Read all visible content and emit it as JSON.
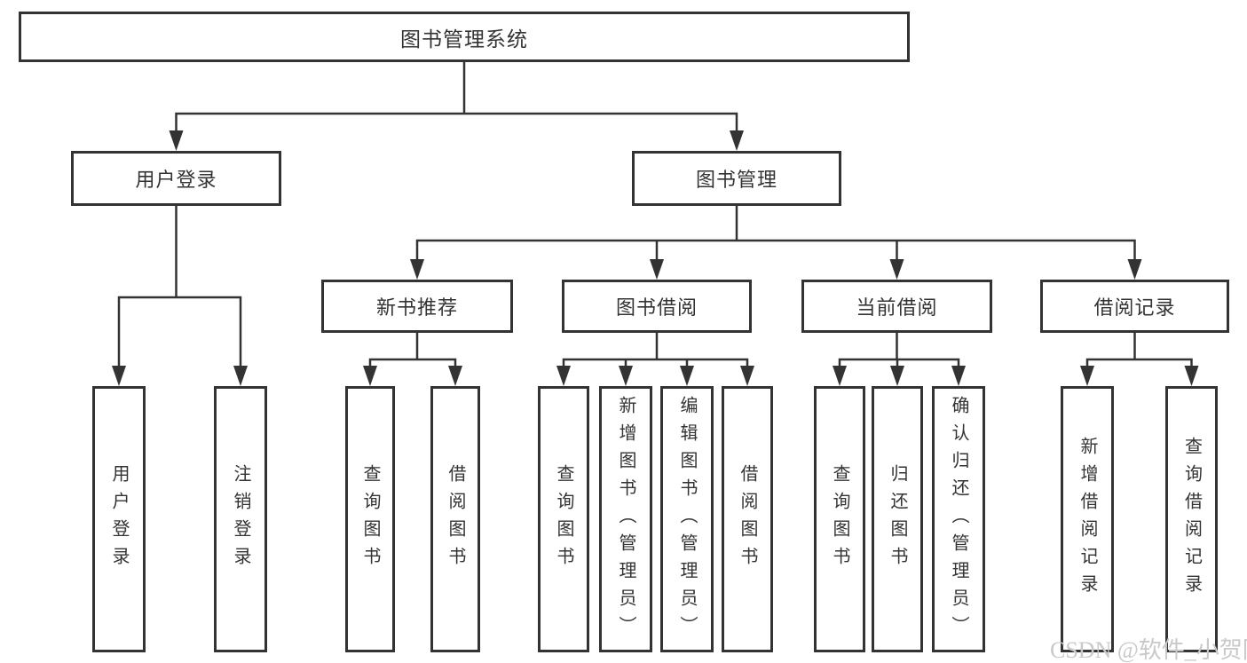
{
  "tree": {
    "root": {
      "label": "图书管理系统"
    },
    "branches": [
      {
        "label": "用户登录",
        "leaves": [
          {
            "label": "用户登录"
          },
          {
            "label": "注销登录"
          }
        ]
      },
      {
        "label": "图书管理",
        "groups": [
          {
            "label": "新书推荐",
            "leaves": [
              {
                "label": "查询图书"
              },
              {
                "label": "借阅图书"
              }
            ]
          },
          {
            "label": "图书借阅",
            "leaves": [
              {
                "label": "查询图书"
              },
              {
                "label": "新增图书（管理员）"
              },
              {
                "label": "编辑图书（管理员）"
              },
              {
                "label": "借阅图书"
              }
            ]
          },
          {
            "label": "当前借阅",
            "leaves": [
              {
                "label": "查询图书"
              },
              {
                "label": "归还图书"
              },
              {
                "label": "确认归还（管理员）"
              }
            ]
          },
          {
            "label": "借阅记录",
            "leaves": [
              {
                "label": "新增借阅记录"
              },
              {
                "label": "查询借阅记录"
              }
            ]
          }
        ]
      }
    ]
  },
  "watermark": {
    "text": "CSDN @软件_小贺同学"
  },
  "colors": {
    "line": "#333333",
    "text": "#333333",
    "background": "#ffffff",
    "watermark": "#c9c9c9"
  }
}
